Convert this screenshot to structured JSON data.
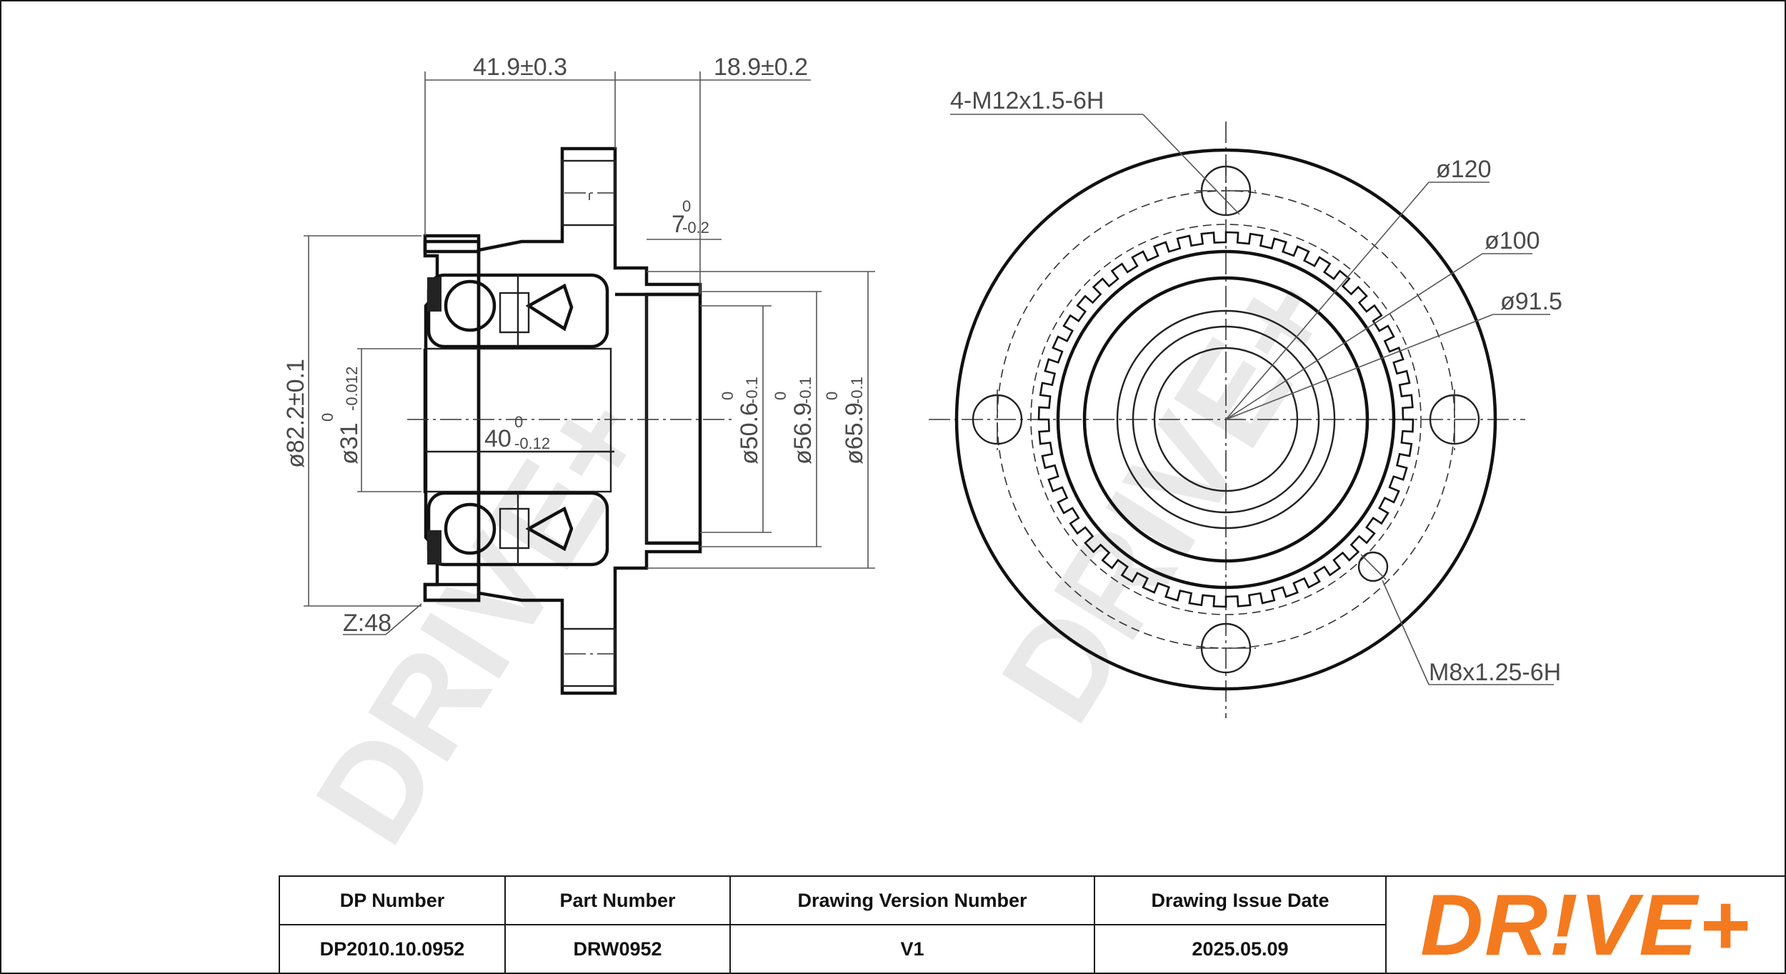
{
  "watermark": "DRIVE+",
  "colors": {
    "logo": "#f47a1f",
    "line": "#1a1a1a",
    "dimension": "#4a4a4a"
  },
  "dimensions": {
    "width_total": "41.9±0.3",
    "flange_offset": "18.9±0.2",
    "pilot_depth_main": "7",
    "pilot_depth_upper": "0",
    "pilot_depth_lower": "-0.2",
    "outer_dia": "ø82.2±0.1",
    "bore_main": "ø31",
    "bore_upper": "0",
    "bore_lower": "-0.012",
    "bearing_width_main": "40",
    "bearing_width_upper": "0",
    "bearing_width_lower": "-0.12",
    "pilot_a_main": "ø50.6",
    "pilot_a_upper": "0",
    "pilot_a_lower": "-0.1",
    "pilot_b_main": "ø56.9",
    "pilot_b_upper": "0",
    "pilot_b_lower": "-0.1",
    "pilot_c_main": "ø65.9",
    "pilot_c_upper": "0",
    "pilot_c_lower": "-0.1",
    "abs_teeth": "Z:48",
    "wheel_bolts": "4-M12x1.5-6H",
    "bolt_circle": "ø120",
    "dia_100": "ø100",
    "dia_91": "ø91.5",
    "screw_hole": "M8x1.25-6H"
  },
  "title_block": {
    "headers": [
      "DP Number",
      "Part Number",
      "Drawing Version Number",
      "Drawing Issue Date"
    ],
    "values": [
      "DP2010.10.0952",
      "DRW0952",
      "V1",
      "2025.05.09"
    ],
    "logo": "DR!VE+"
  }
}
